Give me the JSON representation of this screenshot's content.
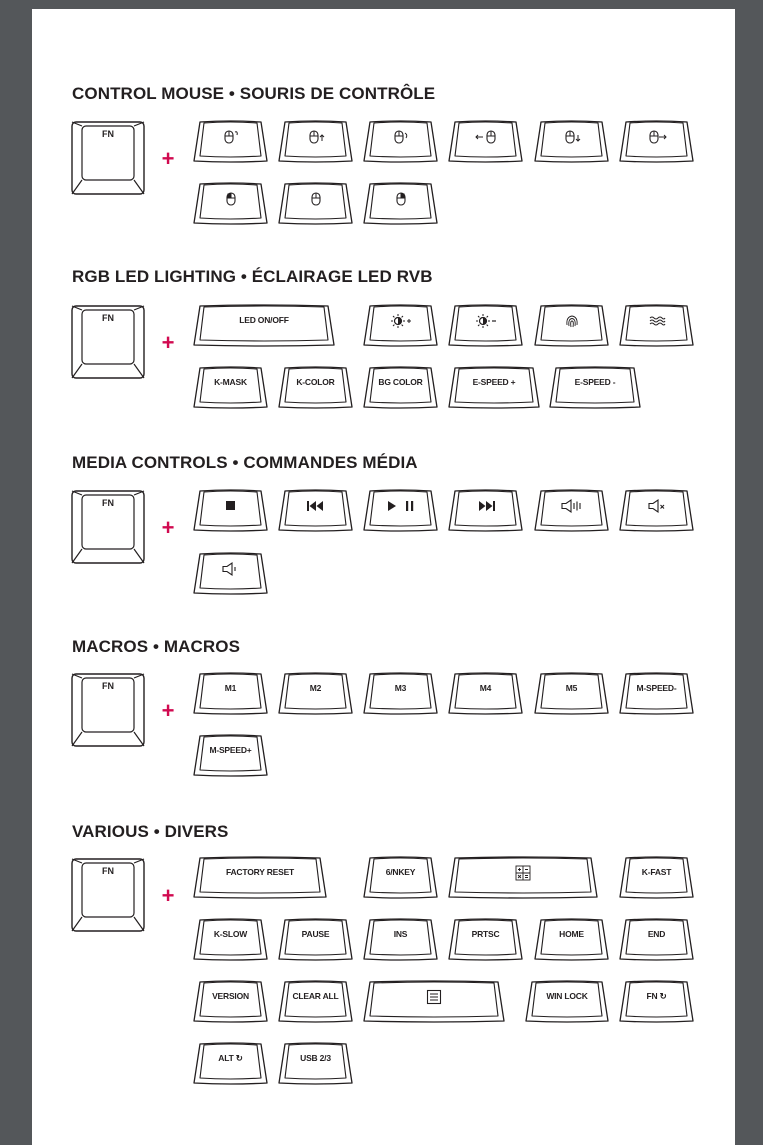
{
  "sections": [
    {
      "title": "CONTROL MOUSE • SOURIS DE CONTRÔLE",
      "fn": "FN",
      "keys": [
        {
          "icon": "mouse-scroll-up-icon"
        },
        {
          "icon": "mouse-move-up-icon"
        },
        {
          "icon": "mouse-scroll-down-icon"
        },
        {
          "icon": "mouse-move-left-icon"
        },
        {
          "icon": "mouse-move-down-icon"
        },
        {
          "icon": "mouse-move-right-icon"
        },
        {
          "icon": "mouse-left-click-icon"
        },
        {
          "icon": "mouse-middle-click-icon"
        },
        {
          "icon": "mouse-right-click-icon"
        }
      ]
    },
    {
      "title": "RGB LED LIGHTING • ÉCLAIRAGE LED RVB",
      "fn": "FN",
      "keys": [
        {
          "label": "LED ON/OFF",
          "wide": true
        },
        {
          "icon": "brightness-up-icon"
        },
        {
          "icon": "brightness-down-icon"
        },
        {
          "icon": "fingerprint-icon"
        },
        {
          "icon": "wave-effect-icon"
        },
        {
          "label": "K-MASK"
        },
        {
          "label": "K-COLOR"
        },
        {
          "label": "BG COLOR"
        },
        {
          "label": "E-SPEED +",
          "wide2": true
        },
        {
          "label": "E-SPEED -",
          "wide2": true
        }
      ]
    },
    {
      "title": "MEDIA CONTROLS • COMMANDES MÉDIA",
      "fn": "FN",
      "keys": [
        {
          "icon": "stop-icon"
        },
        {
          "icon": "previous-track-icon"
        },
        {
          "icon": "play-pause-icon"
        },
        {
          "icon": "next-track-icon"
        },
        {
          "icon": "volume-up-icon"
        },
        {
          "icon": "mute-icon"
        },
        {
          "icon": "volume-down-icon"
        }
      ]
    },
    {
      "title": "MACROS • MACROS",
      "fn": "FN",
      "keys": [
        {
          "label": "M1"
        },
        {
          "label": "M2"
        },
        {
          "label": "M3"
        },
        {
          "label": "M4"
        },
        {
          "label": "M5"
        },
        {
          "label": "M-SPEED-"
        },
        {
          "label": "M-SPEED+"
        }
      ]
    },
    {
      "title": "VARIOUS • DIVERS",
      "fn": "FN",
      "keys": [
        {
          "label": "FACTORY RESET"
        },
        {
          "label": "6/NKEY"
        },
        {
          "icon": "calculator-icon"
        },
        {
          "label": "K-FAST"
        },
        {
          "label": "K-SLOW"
        },
        {
          "label": "PAUSE"
        },
        {
          "label": "INS"
        },
        {
          "label": "PRTSC"
        },
        {
          "label": "HOME"
        },
        {
          "label": "END"
        },
        {
          "label": "VERSION"
        },
        {
          "label": "CLEAR ALL"
        },
        {
          "icon": "menu-icon"
        },
        {
          "label": "WIN LOCK"
        },
        {
          "label": "FN ↻"
        },
        {
          "label": "ALT ↻"
        },
        {
          "label": "USB 2/3"
        }
      ]
    }
  ]
}
